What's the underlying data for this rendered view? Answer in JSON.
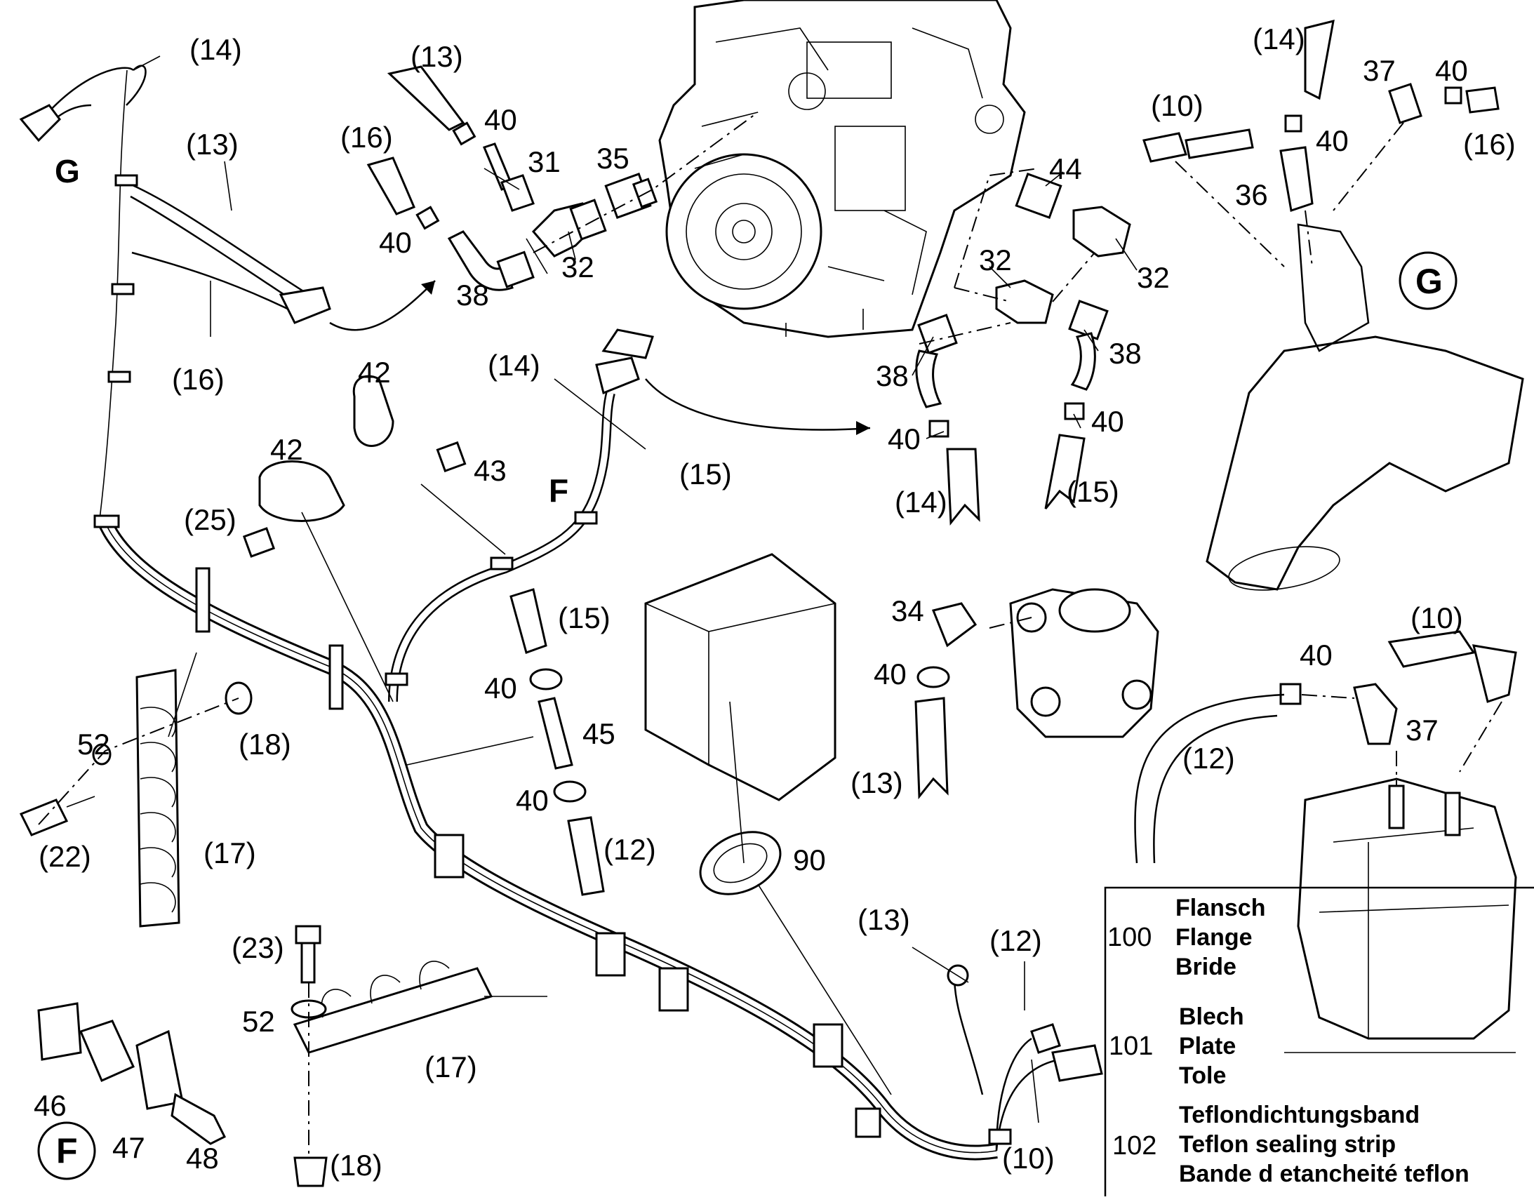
{
  "labels": {
    "g_top": "G",
    "f_mid": "F",
    "l14a": "(14)",
    "l13a": "(13)",
    "l16a": "(16)",
    "l13b": "(13)",
    "l40a": "40",
    "l31": "31",
    "l35": "35",
    "l16b": "(16)",
    "l40b": "40",
    "l38a": "38",
    "l32a": "32",
    "l44": "44",
    "l32b": "32",
    "l32c": "32",
    "l38b": "38",
    "l38c": "38",
    "l40c": "40",
    "l40d": "40",
    "l14b": "(14)",
    "l15a": "(15)",
    "l14c": "(14)",
    "l15b": "(15)",
    "l42a": "42",
    "l43": "43",
    "l42b": "42",
    "l25": "(25)",
    "l15c": "(15)",
    "l40e": "40",
    "l45": "45",
    "l40f": "40",
    "l12a": "(12)",
    "l34": "34",
    "l40g": "40",
    "l13c": "(13)",
    "l52a": "52",
    "l18a": "(18)",
    "l22": "(22)",
    "l17a": "(17)",
    "l23": "(23)",
    "l52b": "52",
    "l17b": "(17)",
    "l18b": "(18)",
    "l46": "46",
    "l47": "47",
    "l48": "48",
    "l90": "90",
    "l13d": "(13)",
    "l12b": "(12)",
    "l10a": "(10)",
    "l14d": "(14)",
    "l37a": "37",
    "l40h": "40",
    "l10b": "(10)",
    "l40i": "40",
    "l16c": "(16)",
    "l36": "36",
    "l10c": "(10)",
    "l40j": "40",
    "l12c": "(12)",
    "l37b": "37"
  },
  "details": {
    "g": "G",
    "f": "F"
  },
  "legend": [
    {
      "num": "100",
      "lines": [
        "Flansch",
        "Flange",
        "Bride"
      ]
    },
    {
      "num": "101",
      "lines": [
        "Blech",
        "Plate",
        "Tole"
      ]
    },
    {
      "num": "102",
      "lines": [
        "Teflondichtungsband",
        "Teflon sealing strip",
        "Bande d etancheité teflon"
      ]
    }
  ]
}
